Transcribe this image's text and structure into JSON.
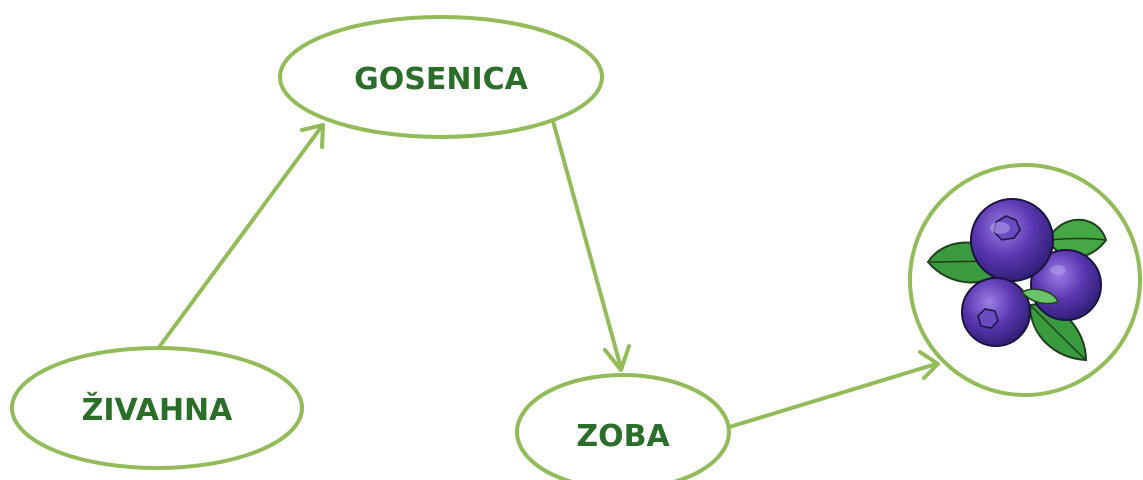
{
  "diagram": {
    "nodes": [
      {
        "id": "gosenica",
        "label": "GOSENICA"
      },
      {
        "id": "zivahna",
        "label": "ŽIVAHNA"
      },
      {
        "id": "zoba",
        "label": "ZOBA"
      }
    ],
    "image_node": {
      "id": "blueberries",
      "icon": "blueberries-icon"
    },
    "edges": [
      {
        "from": "zivahna",
        "to": "gosenica"
      },
      {
        "from": "gosenica",
        "to": "zoba"
      },
      {
        "from": "zoba",
        "to": "blueberries"
      }
    ]
  },
  "colors": {
    "outline": "#93bb5a",
    "text": "#2b6e2a",
    "berry_dark": "#3b2280",
    "berry_mid": "#5a36b0",
    "berry_light": "#8a6ad6",
    "leaf": "#3a9a3e",
    "leaf_light": "#6cc46a"
  }
}
